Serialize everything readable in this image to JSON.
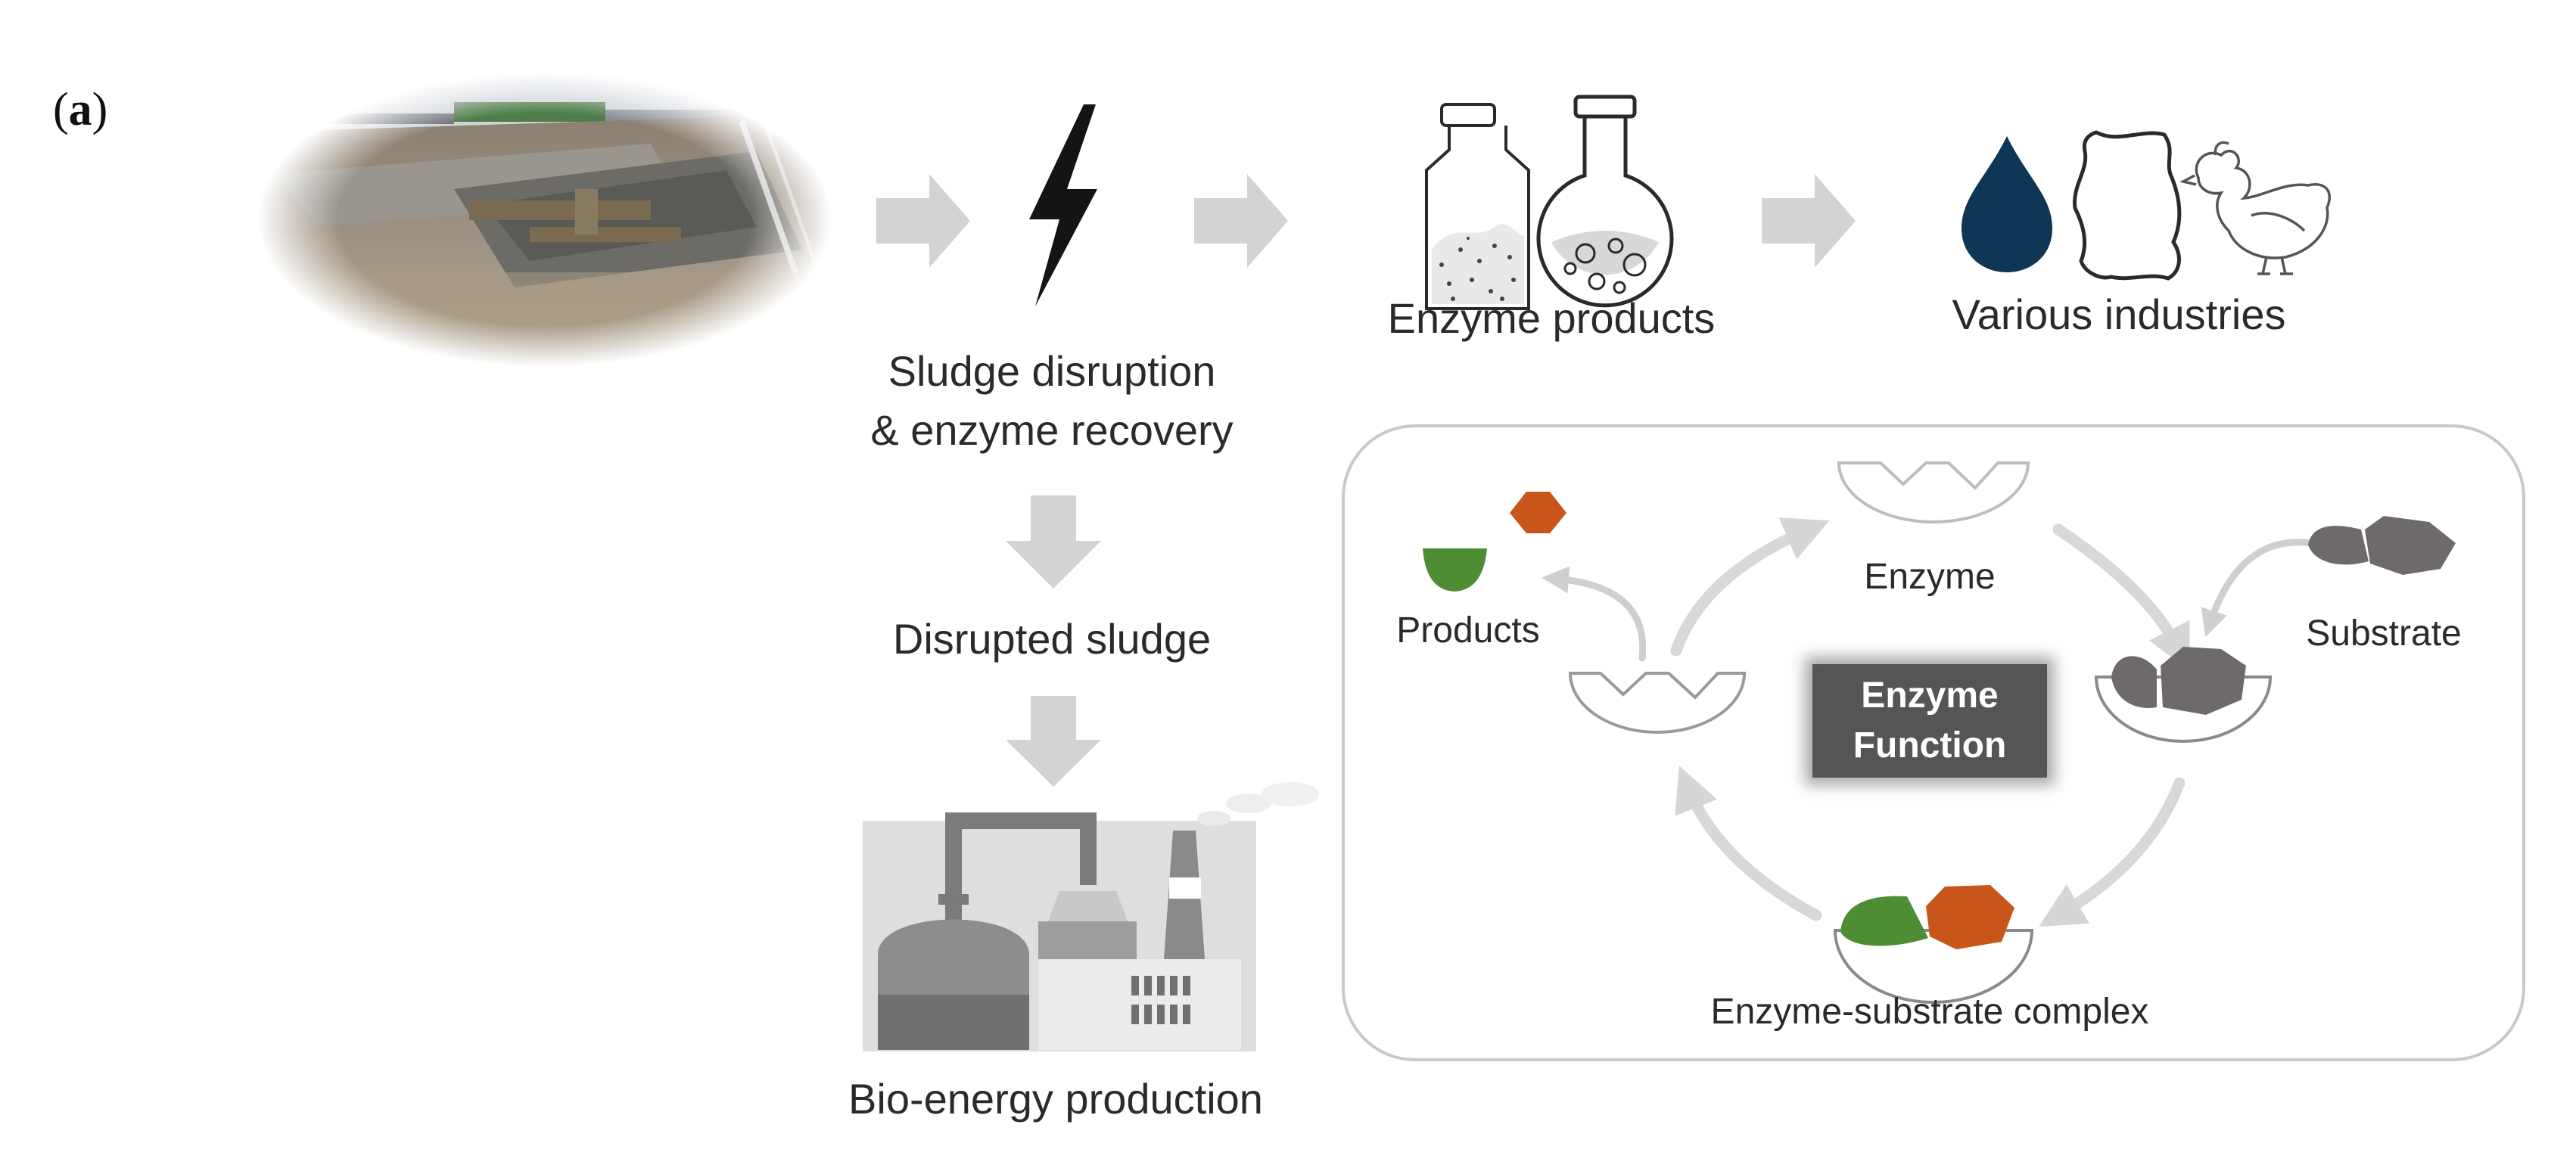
{
  "panel_label": {
    "open": "(",
    "letter": "a",
    "close": ")"
  },
  "labels": {
    "sludge_disruption_line1": "Sludge disruption",
    "sludge_disruption_line2": "& enzyme recovery",
    "enzyme_products": "Enzyme products",
    "various_industries": "Various industries",
    "disrupted_sludge": "Disrupted sludge",
    "bio_energy_production": "Bio-energy production"
  },
  "cycle": {
    "enzyme": "Enzyme",
    "products": "Products",
    "substrate": "Substrate",
    "function_line1": "Enzyme",
    "function_line2": "Function",
    "complex": "Enzyme-substrate complex"
  },
  "colors": {
    "arrow_gray": "#d3d3d3",
    "drop_navy": "#0f3654",
    "product_green": "#4f8d35",
    "product_orange": "#c8561a",
    "substrate_gray": "#6e6a6a",
    "cycle_arrow": "#d8d8d8"
  },
  "icons": [
    "wastewater-plant-photo",
    "lightning-bolt-icon",
    "reagent-bottle-icon",
    "round-flask-icon",
    "water-drop-icon",
    "leather-hide-icon",
    "chicken-icon",
    "bio-energy-factory-icon"
  ]
}
